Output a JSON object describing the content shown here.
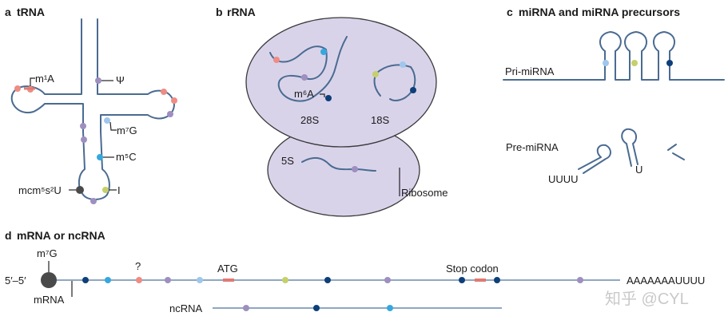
{
  "panels": {
    "a": {
      "letter": "a",
      "title": "tRNA",
      "labels": {
        "m1A": "m¹A",
        "psi": "Ψ",
        "m7G": "m⁷G",
        "m5C": "m⁵C",
        "mcm5s2U": "mcm⁵s²U",
        "I": "I"
      }
    },
    "b": {
      "letter": "b",
      "title": "rRNA",
      "labels": {
        "m6A": "m⁶A",
        "r28S": "28S",
        "r18S": "18S",
        "r5S": "5S",
        "ribosome": "Ribosome"
      }
    },
    "c": {
      "letter": "c",
      "title": "miRNA and miRNA precursors",
      "labels": {
        "pri": "Pri-miRNA",
        "pre": "Pre-miRNA",
        "uuuu": "UUUU",
        "u": "U"
      }
    },
    "d": {
      "letter": "d",
      "title": "mRNA or ncRNA",
      "labels": {
        "m7G": "m⁷G",
        "five": "5′–5′",
        "mrna": "mRNA",
        "question": "?",
        "atg": "ATG",
        "stop": "Stop codon",
        "polyA": "AAAAAAAUUUU",
        "ncrna": "ncRNA"
      }
    }
  },
  "watermark": "知乎 @CYL",
  "colors": {
    "strand": "#4a6b91",
    "salmon": "#ef8c83",
    "lavender": "#9e8fc0",
    "light_blue": "#9fc7ec",
    "cyan": "#35a8de",
    "navy": "#0d3f7a",
    "olive": "#c5d06a",
    "dark_grey": "#4a4a4a",
    "ribosome_fill": "#d9d3ea"
  }
}
